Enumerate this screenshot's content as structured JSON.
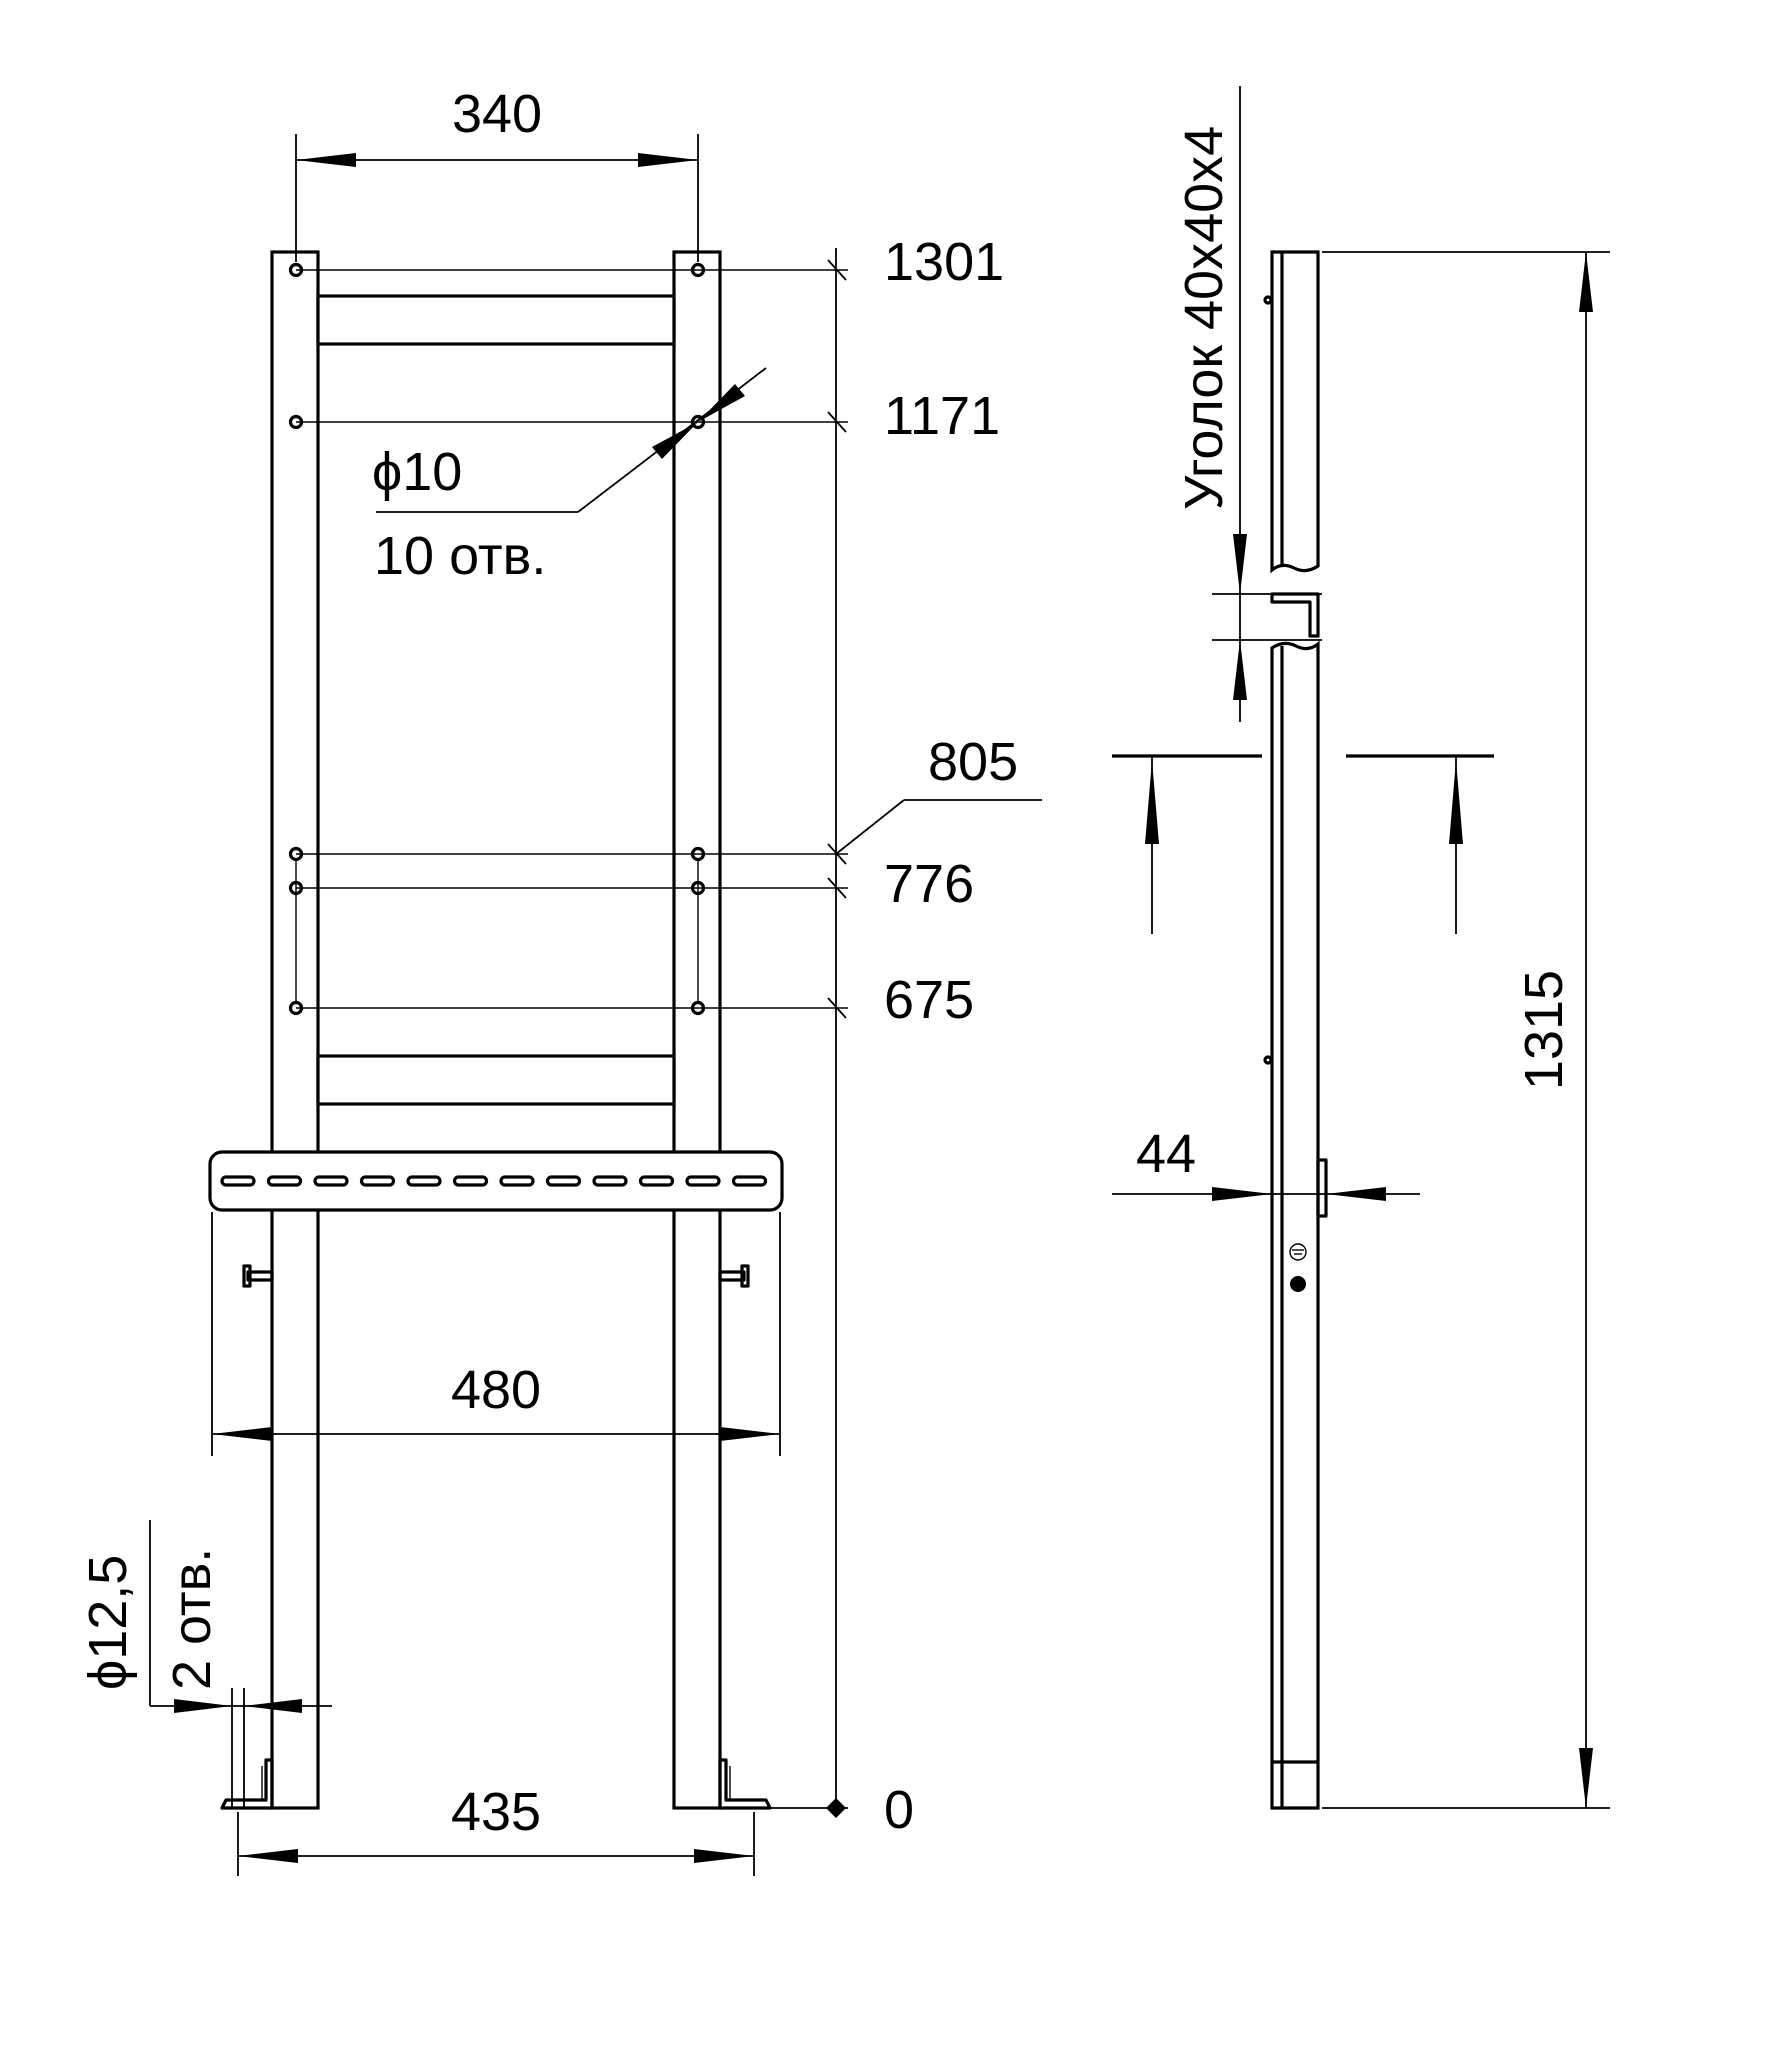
{
  "labels": {
    "top_width": "340",
    "mark_1301": "1301",
    "mark_1171": "1171",
    "mark_805": "805",
    "mark_776": "776",
    "mark_675": "675",
    "mark_0": "0",
    "hole_small_diameter": "ϕ10",
    "hole_small_count": "10 отв.",
    "shelf_width": "480",
    "bottom_width": "435",
    "hole_large_diameter": "ϕ12,5",
    "hole_large_count": "2 отв.",
    "angle_profile": "Уголок 40х40х4",
    "total_height": "1315",
    "depth": "44"
  },
  "colors": {
    "line": "#000000",
    "background": "#ffffff"
  }
}
